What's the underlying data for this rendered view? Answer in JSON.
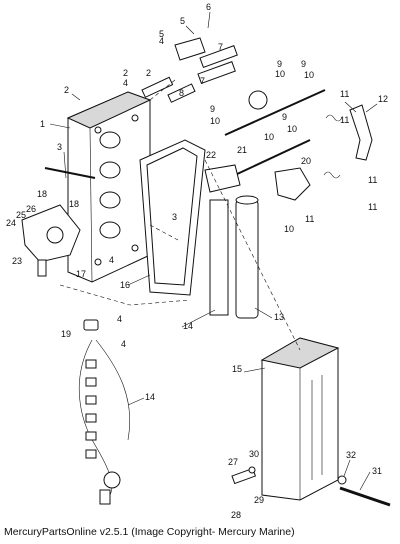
{
  "diagram": {
    "callouts": [
      "1",
      "2",
      "3",
      "4",
      "5",
      "6",
      "7",
      "8",
      "9",
      "10",
      "11",
      "12",
      "13",
      "14",
      "15",
      "16",
      "17",
      "18",
      "19",
      "20",
      "21",
      "22",
      "23",
      "24",
      "25",
      "26",
      "27",
      "28",
      "29",
      "30",
      "31",
      "32"
    ],
    "caption": "MercuryPartsOnline v2.5.1 (Image Copyright- Mercury Marine)"
  }
}
